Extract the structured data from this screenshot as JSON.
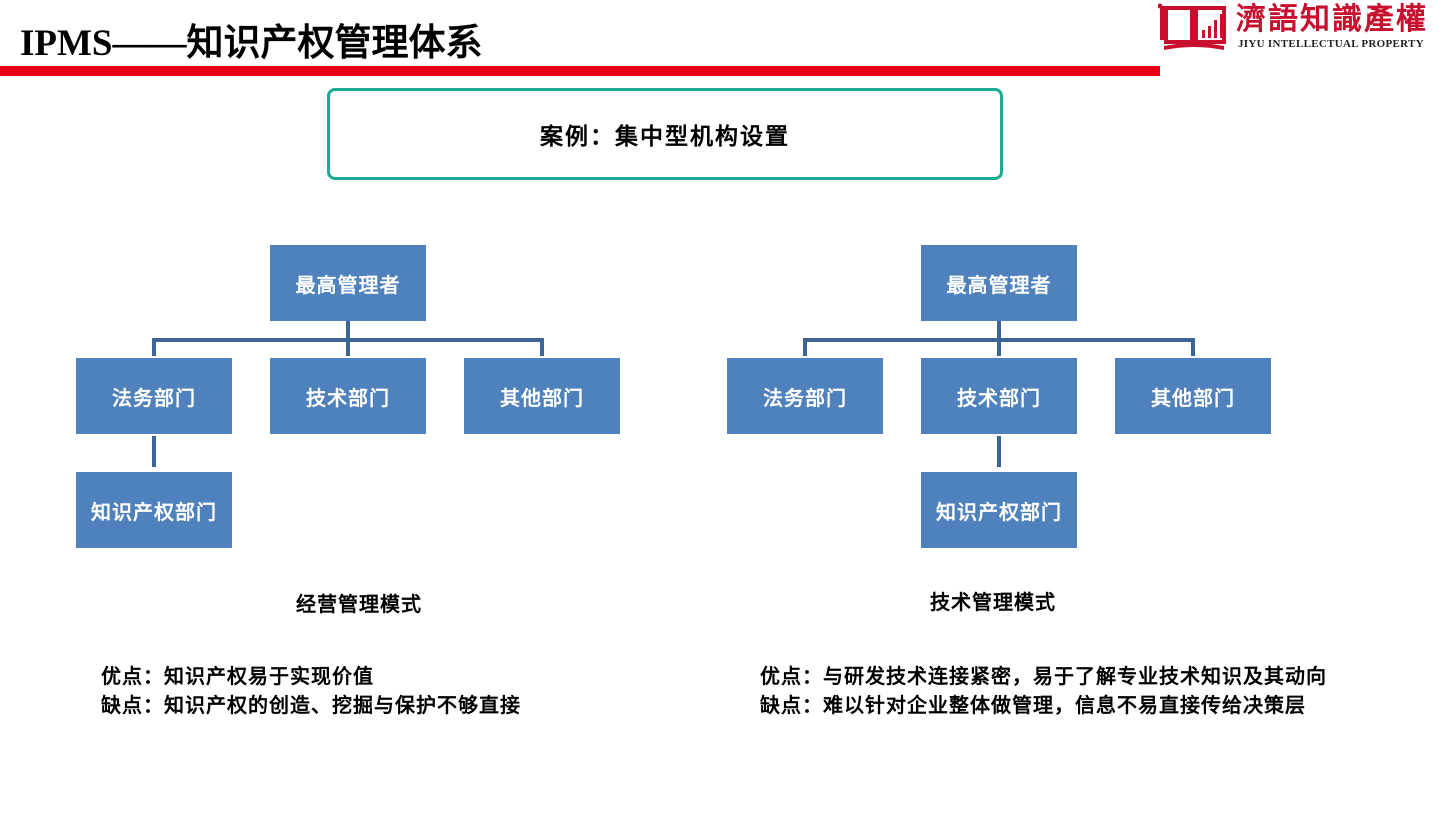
{
  "header": {
    "title_prefix": "IPMS——",
    "title_cn": "知识产权管理体系"
  },
  "logo": {
    "name_cn": "濟語知識產權",
    "name_en": "JIYU INTELLECTUAL PROPERTY"
  },
  "case_title": "案例：集中型机构设置",
  "left_chart": {
    "top": "最高管理者",
    "children": [
      "法务部门",
      "技术部门",
      "其他部门"
    ],
    "sub": "知识产权部门",
    "mode": "经营管理模式",
    "pros": "优点：知识产权易于实现价值",
    "cons": "缺点：知识产权的创造、挖掘与保护不够直接"
  },
  "right_chart": {
    "top": "最高管理者",
    "children": [
      "法务部门",
      "技术部门",
      "其他部门"
    ],
    "sub": "知识产权部门",
    "mode": "技术管理模式",
    "pros": "优点：与研发技术连接紧密，易于了解专业技术知识及其动向",
    "cons": "缺点：难以针对企业整体做管理，信息不易直接传给决策层"
  },
  "colors": {
    "accent_red": "#e60012",
    "box_teal": "#1aab96",
    "node_blue": "#4f81bd",
    "connector": "#3c6496"
  }
}
